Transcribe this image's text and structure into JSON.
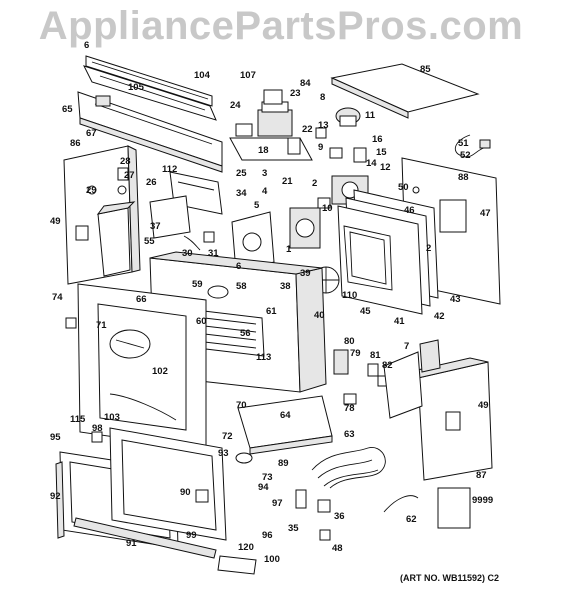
{
  "watermark": "AppliancePartsPros.com",
  "art_number": "(ART NO. WB11592) C2",
  "callouts": [
    "104",
    "107",
    "84",
    "85",
    "6",
    "105",
    "23",
    "8",
    "65",
    "13",
    "24",
    "11",
    "22",
    "67",
    "16",
    "86",
    "15",
    "9",
    "18",
    "52",
    "28",
    "112",
    "25",
    "14",
    "51",
    "27",
    "26",
    "3",
    "21",
    "12",
    "88",
    "29",
    "4",
    "2",
    "50",
    "34",
    "5",
    "10",
    "46",
    "47",
    "49",
    "37",
    "1",
    "55",
    "2",
    "31",
    "30",
    "6",
    "39",
    "38",
    "43",
    "74",
    "58",
    "110",
    "42",
    "59",
    "66",
    "61",
    "40",
    "45",
    "41",
    "60",
    "56",
    "71",
    "80",
    "7",
    "79",
    "81",
    "113",
    "82",
    "102",
    "49",
    "70",
    "64",
    "78",
    "115",
    "103",
    "63",
    "98",
    "72",
    "95",
    "93",
    "89",
    "87",
    "73",
    "92",
    "94",
    "90",
    "97",
    "9999",
    "62",
    "36",
    "99",
    "96",
    "35",
    "91",
    "120",
    "48",
    "100"
  ]
}
